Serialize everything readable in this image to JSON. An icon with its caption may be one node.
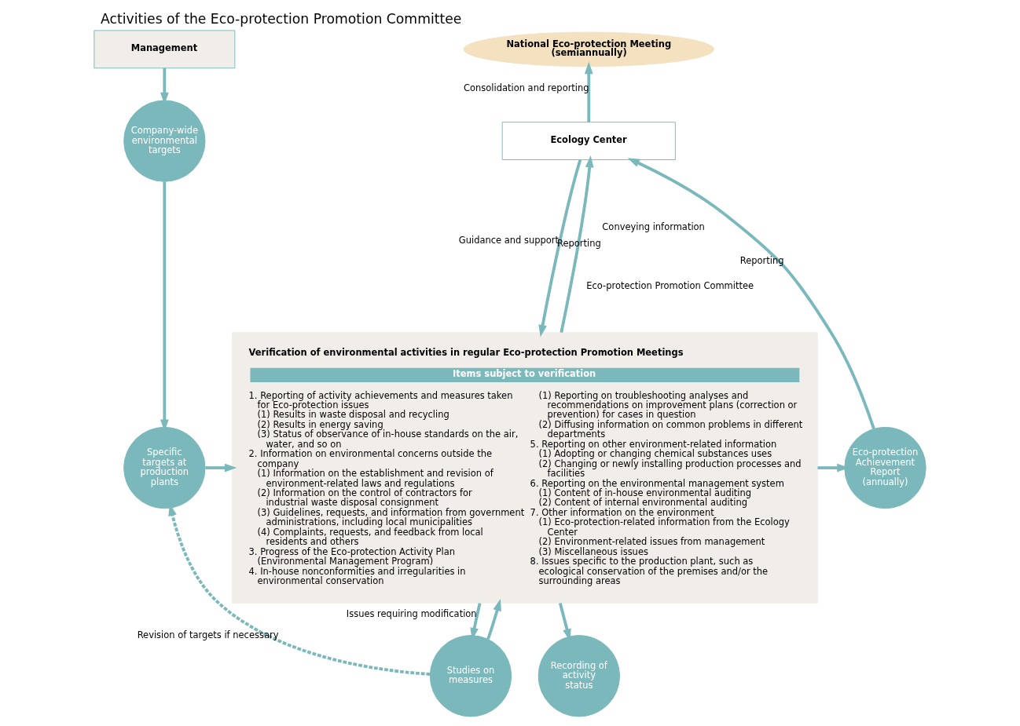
{
  "diagram": {
    "title": "Activities of the Eco-protection Promotion Committee",
    "nodes": [
      {
        "text": [
          "Management"
        ]
      },
      {
        "text": [
          "National Eco-protection Meeting (semiannually)"
        ]
      },
      {
        "text": [
          "Ecology Center"
        ]
      },
      {
        "text": [
          "Company-wide environmental targets"
        ]
      },
      {
        "text": [
          "Specific targets at production plants"
        ]
      },
      {
        "text": [
          "Studies on measures"
        ]
      },
      {
        "text": [
          "Verification of environmental activities in regular Eco-protection Promotion Meetings",
          "Items subject to verification",
          "1. Reporting of activity achievements and measures taken for Eco-protection issues",
          "(1) Results in waste disposal and recycling",
          "(2) Results in energy saving",
          "(3) Status of observance of in-house standards on the air, water, and so on",
          "2. Information on environmental concerns outside the company",
          "(1) Information on the establishment and revision of environment-related laws and regulations",
          "(2) Information on the control of contractors for industrial waste disposal consignment",
          "(3) Guidelines, requests, and information from government administrations, including local municipalities",
          "(4) Complaints, requests, and feedback from local residents and others",
          "3. Progress of the Eco-protection Activity Plan (Environmental Management Program)",
          "4. In-house nonconformities and irregularities in environmental conservation",
          "(1) Reporting on troubleshooting analyses and recommendations on improvement plans (correction or prevention) for cases in question",
          "(2) Diffusing information on common problems in different departments",
          "5. Reporting on other environment-related information",
          "(1) Adopting or changing chemical substances uses",
          "(2) Changing or newly installing production processes and facilities",
          "6. Reporting on the environmental management system",
          "(1) Content of in-house environmental auditing",
          "(2) Content of internal environmental auditing",
          "7. Other information on the environment",
          "(1) Eco-protection-related information from the Ecology Center",
          "(2) Environment-related issues from management",
          "(3) Miscellaneous issues",
          "8. Issues specific to the production plant, such as ecological conservation of the premises and/or the surrounding areas"
        ]
      },
      {
        "text": [
          "Eco-protection Achievement Report (annually)"
        ]
      },
      {
        "text": [
          "Recording of activity status"
        ]
      }
    ],
    "edges": [
      {
        "from": 0,
        "to": 3,
        "arrow": "to"
      },
      {
        "from": 2,
        "to": 1,
        "arrow": "to",
        "label": "Consolidation and reporting"
      },
      {
        "from": 2,
        "to": 6,
        "arrow": "to",
        "label": "Guidance and support"
      },
      {
        "from": 6,
        "to": 2,
        "arrow": "to",
        "label": "Reporting"
      },
      {
        "from": 7,
        "to": 2,
        "arrow": "to",
        "label": "Reporting"
      },
      {
        "from": 3,
        "to": 4,
        "arrow": "to"
      },
      {
        "from": 4,
        "to": 6,
        "arrow": "to"
      },
      {
        "from": 5,
        "to": 4,
        "arrow": "to",
        "style": "dashed",
        "label": "Revision of targets if necessary"
      },
      {
        "from": 5,
        "to": 6,
        "arrow": "to"
      },
      {
        "from": 6,
        "to": 5,
        "arrow": "to",
        "label": "Issues requiring modification"
      },
      {
        "from": 6,
        "to": 7,
        "arrow": "to"
      },
      {
        "from": 6,
        "to": 8,
        "arrow": "to"
      }
    ],
    "labels": [
      "Conveying information",
      "Eco-protection Promotion Committee"
    ]
  }
}
